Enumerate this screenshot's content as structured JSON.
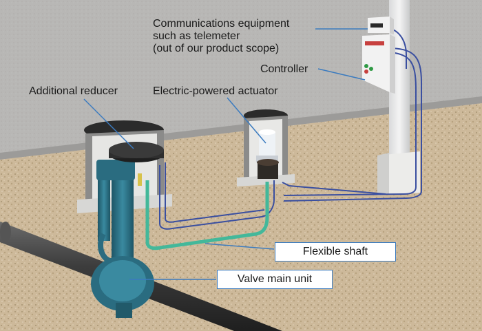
{
  "labels": {
    "comms_equipment": "Communications equipment\nsuch as telemeter\n(out of our product scope)",
    "controller": "Controller",
    "additional_reducer": "Additional reducer",
    "actuator": "Electric-powered actuator",
    "flexible_shaft": "Flexible shaft",
    "valve_main_unit": "Valve main unit"
  },
  "colors": {
    "road": "#b8b7b5",
    "soil": "#cdb99a",
    "valve": "#2a6c80",
    "shaft": "#43b89a",
    "cable": "#3a4fa0",
    "pipe": "#3f3f3f",
    "leader": "#3b7bbf"
  }
}
